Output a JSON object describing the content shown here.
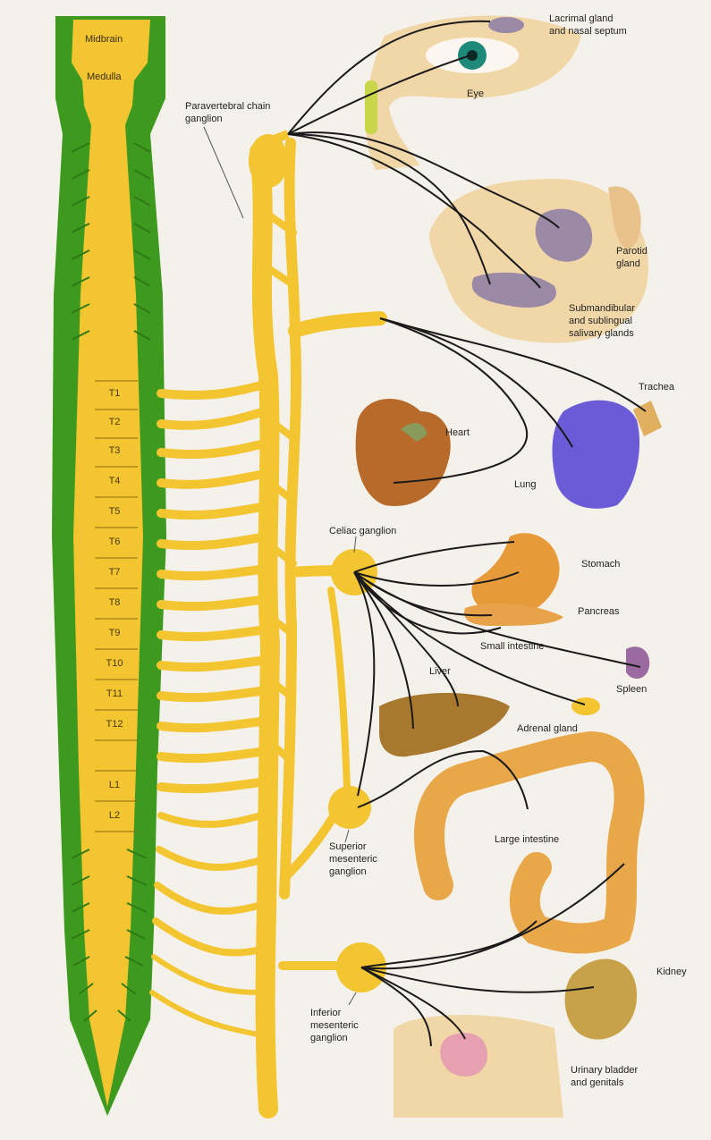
{
  "brain": {
    "midbrain": "Midbrain",
    "medulla": "Medulla"
  },
  "segments": [
    "T1",
    "T2",
    "T3",
    "T4",
    "T5",
    "T6",
    "T7",
    "T8",
    "T9",
    "T10",
    "T11",
    "T12",
    "L1",
    "L2"
  ],
  "labels": {
    "paravertebral": [
      "Paravertebral chain",
      "ganglion"
    ],
    "lacrimal": [
      "Lacrimal gland",
      "and nasal septum"
    ],
    "eye": "Eye",
    "parotid": [
      "Parotid",
      "gland"
    ],
    "submandibular": [
      "Submandibular",
      "and sublingual",
      "salivary glands"
    ],
    "trachea": "Trachea",
    "heart": "Heart",
    "lung": "Lung",
    "celiac": "Celiac ganglion",
    "stomach": "Stomach",
    "pancreas": "Pancreas",
    "small_intestine": "Small intestine",
    "spleen": "Spleen",
    "liver": "Liver",
    "adrenal": "Adrenal gland",
    "large_intestine": "Large intestine",
    "superior_mesenteric": [
      "Superior",
      "mesenteric",
      "ganglion"
    ],
    "kidney": "Kidney",
    "inferior_mesenteric": [
      "Inferior",
      "mesenteric",
      "ganglion"
    ],
    "bladder": [
      "Urinary bladder",
      "and genitals"
    ]
  },
  "colors": {
    "background": "#f4f1ea",
    "cord": "#f2c531",
    "cord_outline": "#3e9a1e",
    "nerve": "#1a1a1a",
    "lung": "#6b5bd6",
    "organ_brown": "#c98a3a",
    "gland_purple": "#9a8aa6"
  }
}
